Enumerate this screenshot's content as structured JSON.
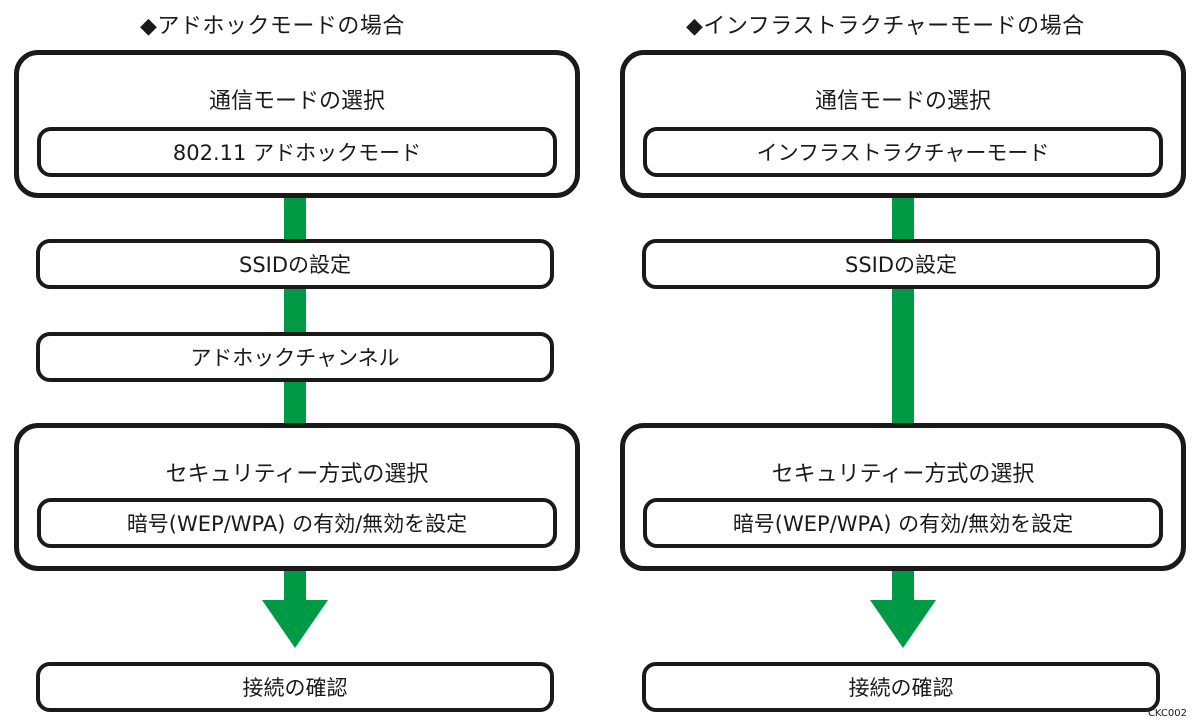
{
  "left": {
    "heading": "◆アドホックモードの場合",
    "mode_group_title": "通信モードの選択",
    "mode_value": "802.11 アドホックモード",
    "ssid": "SSIDの設定",
    "channel": "アドホックチャンネル",
    "security_group_title": "セキュリティー方式の選択",
    "security_value": "暗号(WEP/WPA) の有効/無効を設定",
    "confirm": "接続の確認"
  },
  "right": {
    "heading": "◆インフラストラクチャーモードの場合",
    "mode_group_title": "通信モードの選択",
    "mode_value": "インフラストラクチャーモード",
    "ssid": "SSIDの設定",
    "security_group_title": "セキュリティー方式の選択",
    "security_value": "暗号(WEP/WPA) の有効/無効を設定",
    "confirm": "接続の確認"
  },
  "figure_code": "CKC002",
  "colors": {
    "flow": "#009944",
    "border": "#1a1a1a"
  }
}
